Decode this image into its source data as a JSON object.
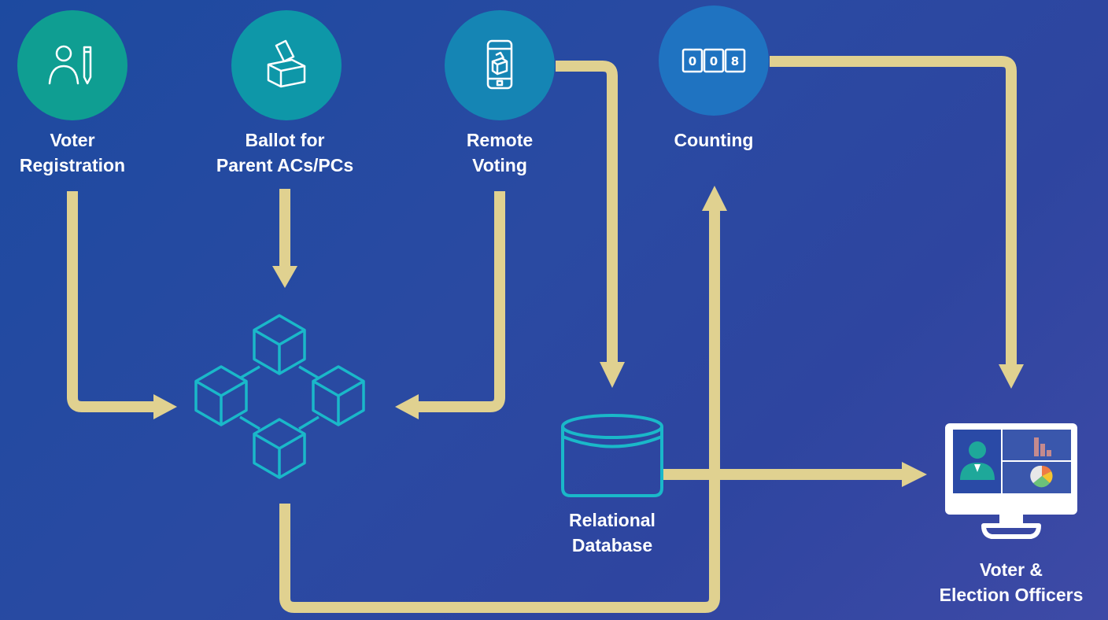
{
  "colors": {
    "background_start": "#1d4aa0",
    "background_end": "#3e4aa6",
    "connector": "#e0d190",
    "blockchain_stroke": "#1ab8c9",
    "circle_registration": "#0f9e92",
    "circle_ballot": "#0e97a8",
    "circle_remote": "#1585b4",
    "circle_counting": "#1f73c1",
    "label_text": "#ffffff"
  },
  "nodes": {
    "voter_registration": {
      "label": "Voter\nRegistration",
      "icon": "person-pencil-icon"
    },
    "ballot": {
      "label": "Ballot for\nParent ACs/PCs",
      "icon": "ballot-box-icon"
    },
    "remote_voting": {
      "label": "Remote\nVoting",
      "icon": "smartphone-ballot-icon"
    },
    "counting": {
      "label": "Counting",
      "icon": "counter-icon",
      "digits": [
        "0",
        "0",
        "8"
      ]
    },
    "blockchain": {
      "icon": "blockchain-cubes-icon"
    },
    "database": {
      "label": "Relational\nDatabase",
      "icon": "database-icon"
    },
    "officers": {
      "label": "Voter &\nElection Officers",
      "icon": "monitor-dashboard-icon"
    }
  }
}
